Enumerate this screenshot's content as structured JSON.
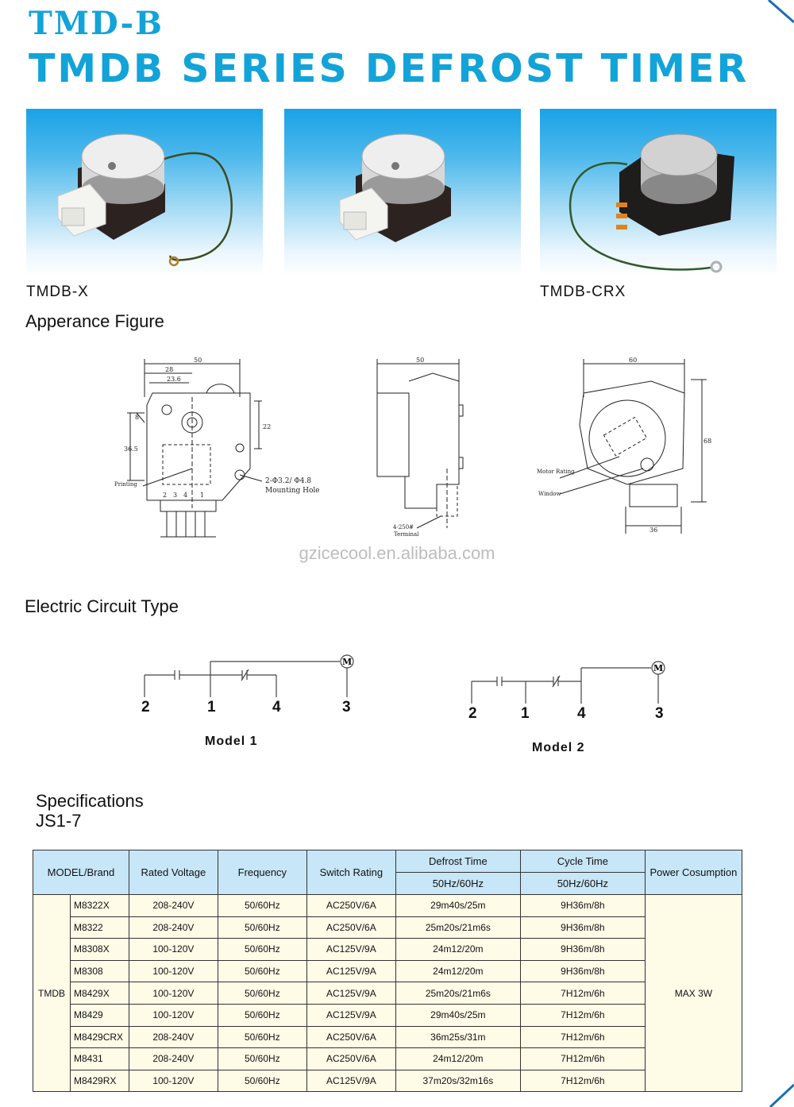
{
  "header": {
    "brand": "TMD-B",
    "title": "TMDB  SERIES  DEFROST  TIMER"
  },
  "photos": {
    "captions": [
      "TMDB-X",
      "TMDB-CRX"
    ]
  },
  "appearance": {
    "heading": "Apperance Figure",
    "fig1": {
      "w": "50",
      "w2": "28",
      "w3": "23.6",
      "h1": "22",
      "h2": "36.5",
      "h3": "8",
      "printing": "Printing",
      "hole": "2-Φ3.2/ Φ4.8",
      "hole2": "Mounting Hole",
      "pins": [
        "2",
        "3",
        "4",
        "1"
      ]
    },
    "fig2": {
      "w": "50",
      "terminal": "4-250#",
      "terminal2": "Terminal"
    },
    "fig3": {
      "w": "60",
      "h": "68",
      "b": "36",
      "motor": "Motor Rating",
      "window": "Window"
    }
  },
  "watermark": "gzicecool.en.alibaba.com",
  "circuit": {
    "heading": "Electric Circuit Type",
    "model1": {
      "label": "Model  1",
      "terminals": [
        "2",
        "1",
        "4",
        "3"
      ],
      "motor": "M"
    },
    "model2": {
      "label": "Model  2",
      "terminals": [
        "2",
        "1",
        "4",
        "3"
      ],
      "motor": "M"
    }
  },
  "specs": {
    "heading": "Specifications",
    "subheading": "JS1-7",
    "headers": {
      "model": "MODEL/Brand",
      "voltage": "Rated Voltage",
      "frequency": "Frequency",
      "switch": "Switch Rating",
      "defrost": "Defrost Time",
      "defrost_sub": "50Hz/60Hz",
      "cycle": "Cycle Time",
      "cycle_sub": "50Hz/60Hz",
      "power": "Power Cosumption"
    },
    "brand": "TMDB",
    "power": "MAX   3W",
    "rows": [
      {
        "model": "M8322X",
        "voltage": "208-240V",
        "freq": "50/60Hz",
        "switch": "AC250V/6A",
        "defrost": "29m40s/25m",
        "cycle": "9H36m/8h"
      },
      {
        "model": "M8322",
        "voltage": "208-240V",
        "freq": "50/60Hz",
        "switch": "AC250V/6A",
        "defrost": "25m20s/21m6s",
        "cycle": "9H36m/8h"
      },
      {
        "model": "M8308X",
        "voltage": "100-120V",
        "freq": "50/60Hz",
        "switch": "AC125V/9A",
        "defrost": "24m12/20m",
        "cycle": "9H36m/8h"
      },
      {
        "model": "M8308",
        "voltage": "100-120V",
        "freq": "50/60Hz",
        "switch": "AC125V/9A",
        "defrost": "24m12/20m",
        "cycle": "9H36m/8h"
      },
      {
        "model": "M8429X",
        "voltage": "100-120V",
        "freq": "50/60Hz",
        "switch": "AC125V/9A",
        "defrost": "25m20s/21m6s",
        "cycle": "7H12m/6h"
      },
      {
        "model": "M8429",
        "voltage": "100-120V",
        "freq": "50/60Hz",
        "switch": "AC125V/9A",
        "defrost": "29m40s/25m",
        "cycle": "7H12m/6h"
      },
      {
        "model": "M8429CRX",
        "voltage": "208-240V",
        "freq": "50/60Hz",
        "switch": "AC250V/6A",
        "defrost": "36m25s/31m",
        "cycle": "7H12m/6h"
      },
      {
        "model": "M8431",
        "voltage": "208-240V",
        "freq": "50/60Hz",
        "switch": "AC250V/6A",
        "defrost": "24m12/20m",
        "cycle": "7H12m/6h"
      },
      {
        "model": "M8429RX",
        "voltage": "100-120V",
        "freq": "50/60Hz",
        "switch": "AC125V/9A",
        "defrost": "37m20s/32m16s",
        "cycle": "7H12m/6h"
      }
    ]
  }
}
